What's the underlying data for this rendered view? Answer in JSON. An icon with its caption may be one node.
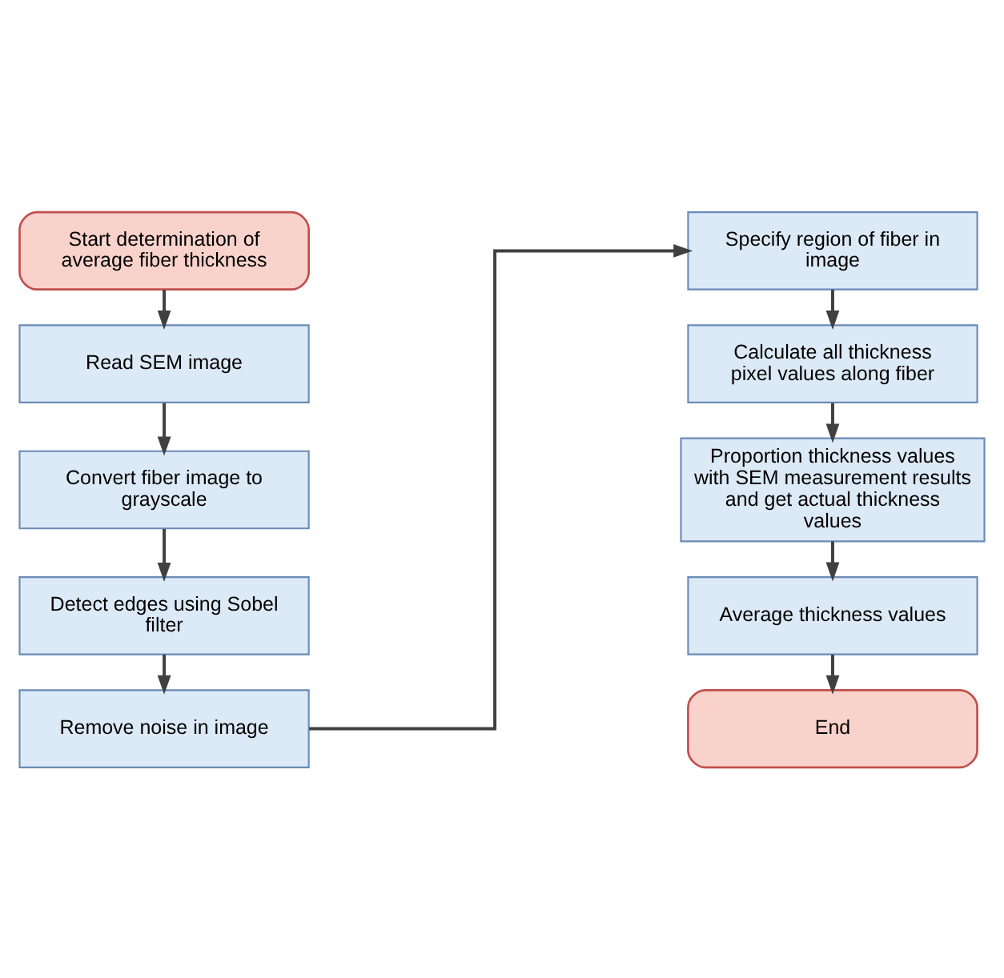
{
  "diagram": {
    "nodes": [
      {
        "text": [
          "Start determination of average fiber thickness"
        ]
      },
      {
        "text": [
          "Read SEM image"
        ]
      },
      {
        "text": [
          "Convert fiber image to grayscale"
        ]
      },
      {
        "text": [
          "Detect edges using Sobel filter"
        ]
      },
      {
        "text": [
          "Remove noise in image"
        ]
      },
      {
        "text": [
          "Specify region of fiber in image"
        ]
      },
      {
        "text": [
          "Calculate all thickness pixel values along fiber"
        ]
      },
      {
        "text": [
          "Proportion thickness values with SEM measurement results and get actual thickness values"
        ]
      },
      {
        "text": [
          "Average thickness values"
        ]
      },
      {
        "text": [
          "End"
        ]
      }
    ],
    "edges": [
      {
        "from": 0,
        "to": 1,
        "arrow": "to"
      },
      {
        "from": 1,
        "to": 2,
        "arrow": "to"
      },
      {
        "from": 2,
        "to": 3,
        "arrow": "to"
      },
      {
        "from": 3,
        "to": 4,
        "arrow": "to"
      },
      {
        "from": 4,
        "to": 5,
        "arrow": "to"
      },
      {
        "from": 5,
        "to": 6,
        "arrow": "to"
      },
      {
        "from": 6,
        "to": 7,
        "arrow": "to"
      },
      {
        "from": 7,
        "to": 8,
        "arrow": "to"
      },
      {
        "from": 8,
        "to": 9,
        "arrow": "to"
      }
    ]
  }
}
